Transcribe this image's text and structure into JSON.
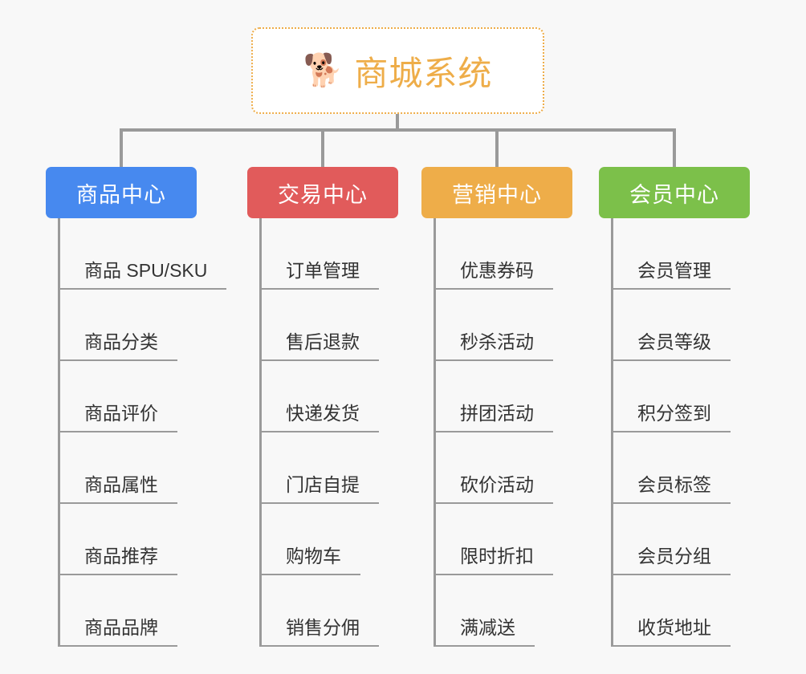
{
  "diagram": {
    "type": "mind-map",
    "background_color": "#f8f8f8",
    "connector_color": "#9a9a9a"
  },
  "root": {
    "icon": "shiba-dog-face-emoji",
    "icon_glyph": "🐕",
    "title": "商城系统",
    "text_color": "#eead49",
    "border_color": "#eead49",
    "background_color": "#ffffff"
  },
  "branches": [
    {
      "label": "商品中心",
      "color": "#4789ef",
      "items": [
        "商品 SPU/SKU",
        "商品分类",
        "商品评价",
        "商品属性",
        "商品推荐",
        "商品品牌"
      ]
    },
    {
      "label": "交易中心",
      "color": "#e15b5b",
      "items": [
        "订单管理",
        "售后退款",
        "快递发货",
        "门店自提",
        "购物车",
        "销售分佣"
      ]
    },
    {
      "label": "营销中心",
      "color": "#eead49",
      "items": [
        "优惠券码",
        "秒杀活动",
        "拼团活动",
        "砍价活动",
        "限时折扣",
        "满减送"
      ]
    },
    {
      "label": "会员中心",
      "color": "#7cc04a",
      "items": [
        "会员管理",
        "会员等级",
        "积分签到",
        "会员标签",
        "会员分组",
        "收货地址"
      ]
    }
  ]
}
